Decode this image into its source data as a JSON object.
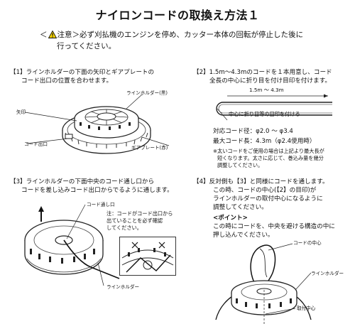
{
  "title": "ナイロンコードの取換え方法１",
  "warning": {
    "open_bracket": "＜",
    "label": "注意",
    "close_bracket": "＞",
    "text": "必ず刈払機のエンジンを停め、カッター本体の回転が停止した後に",
    "text2": "行ってください。"
  },
  "step1": {
    "line1": "【1】ラインホルダーの下面の矢印とギアプレートの",
    "line2": "コード出口の位置を合わせます。",
    "labels": {
      "line_holder_black": "ラインホルダー(黒)",
      "arrow": "矢印",
      "gear_plate_red": "ギアプレート(赤)",
      "cord_exit": "コード出口"
    }
  },
  "step2": {
    "line1": "【2】1.5m〜4.3mのコードを１本用意し、コード",
    "line2": "全長の中心に折り目を付け目印を付けます。",
    "length_label": "1.5m 〜 4.3m",
    "fold_label": "中心に折り目等の目印を付ける",
    "spec1": "対応コード径：φ2.0 〜 φ3.4",
    "spec2": "最大コード長：4.3m（φ2.4使用時）",
    "note1": "※太いコードをご使用の場合は上記より最大長が",
    "note2": "短くなります。太さに応じて、巻込み量を幾分",
    "note3": "調整してください。"
  },
  "step3": {
    "line1": "【3】ラインホルダーの下面中央のコード通し口から",
    "line2": "コードを差し込みコード出口からでるように通します。",
    "labels": {
      "cord_hole": "コード通し口",
      "line_holder": "ラインホルダー"
    },
    "note1": "注：コードがコード出口から",
    "note2": "出ていることを必ず確認",
    "note3": "してください。"
  },
  "step4": {
    "line1": "【4】反対側も【3】と同様にコードを通します。",
    "line2": "この時、コードの中心(【2】の目印)が",
    "line3": "ラインホルダーの取付中心になるように",
    "line4": "調整してください。",
    "point_title": "<ポイント>",
    "point1": "この時にコードを、中央を避ける構造の中に",
    "point2": "押し込んでください。",
    "labels": {
      "cord_center": "コードの中心",
      "line_holder": "ラインホルダー",
      "mount_center": "取付中心"
    }
  }
}
